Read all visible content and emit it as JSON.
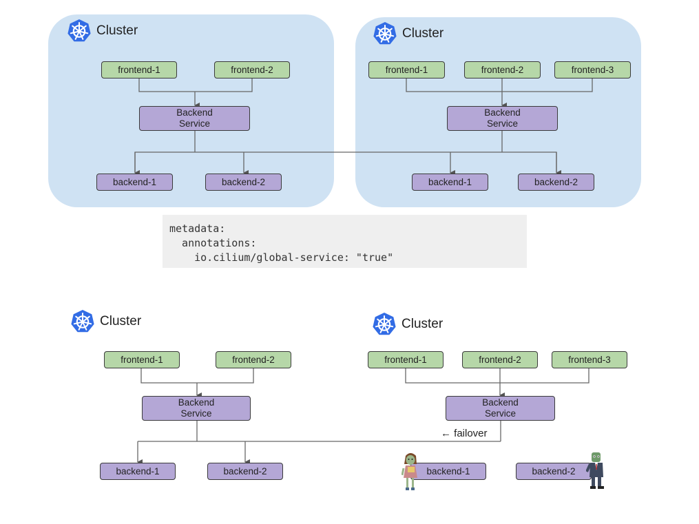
{
  "top": {
    "left_cluster": {
      "title": "Cluster",
      "frontends": [
        "frontend-1",
        "frontend-2"
      ],
      "service": "Backend Service",
      "backends": [
        "backend-1",
        "backend-2"
      ]
    },
    "right_cluster": {
      "title": "Cluster",
      "frontends": [
        "frontend-1",
        "frontend-2",
        "frontend-3"
      ],
      "service": "Backend Service",
      "backends": [
        "backend-1",
        "backend-2"
      ]
    }
  },
  "annotation_code": {
    "line1": "metadata:",
    "line2": "  annotations:",
    "line3": "    io.cilium/global-service: \"true\""
  },
  "bottom": {
    "left_cluster": {
      "title": "Cluster",
      "frontends": [
        "frontend-1",
        "frontend-2"
      ],
      "service": "Backend Service",
      "backends": [
        "backend-1",
        "backend-2"
      ]
    },
    "right_cluster": {
      "title": "Cluster",
      "frontends": [
        "frontend-1",
        "frontend-2",
        "frontend-3"
      ],
      "service": "Backend Service",
      "backends": [
        "backend-1",
        "backend-2"
      ]
    },
    "failover_label": "← failover"
  },
  "colors": {
    "cluster_bg": "#cfe2f3",
    "frontend": "#b6d7a8",
    "service": "#b4a7d6",
    "backend": "#b4a7d6",
    "k8s_blue": "#326ce5"
  },
  "icons": [
    "kubernetes-icon",
    "zombie-girl-icon",
    "zombie-man-icon"
  ]
}
